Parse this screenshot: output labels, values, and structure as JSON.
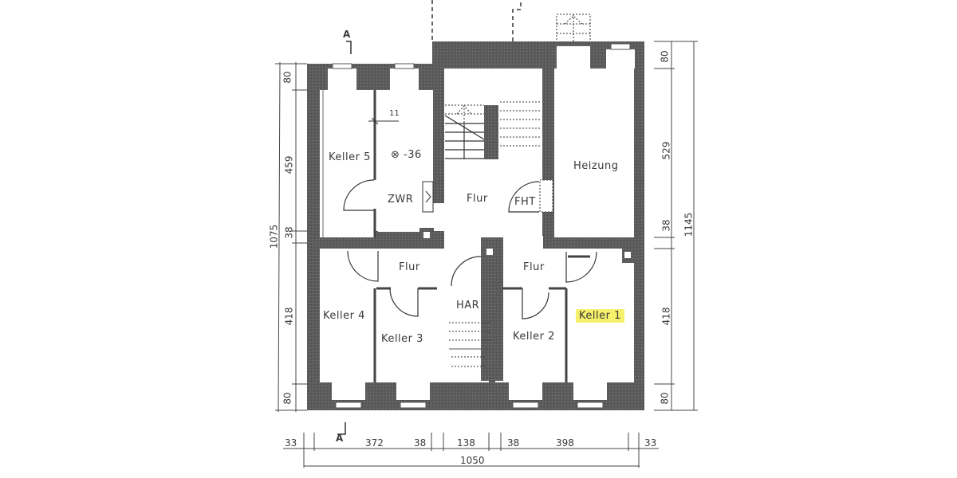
{
  "plan": {
    "type": "basement floor plan",
    "wall_color": "#5a5a5a",
    "highlight_color": "#f6f06a",
    "section_marker": "A",
    "rooms": [
      {
        "id": "keller5",
        "label": "Keller 5"
      },
      {
        "id": "zwr",
        "label": "ZWR"
      },
      {
        "id": "flur-upper",
        "label": "Flur"
      },
      {
        "id": "fht",
        "label": "FHT"
      },
      {
        "id": "heizung",
        "label": "Heizung"
      },
      {
        "id": "flur-left",
        "label": "Flur"
      },
      {
        "id": "flur-right",
        "label": "Flur"
      },
      {
        "id": "har",
        "label": "HAR"
      },
      {
        "id": "keller4",
        "label": "Keller 4"
      },
      {
        "id": "keller3",
        "label": "Keller 3"
      },
      {
        "id": "keller2",
        "label": "Keller 2"
      },
      {
        "id": "keller1",
        "label": "Keller 1",
        "highlighted": true
      }
    ],
    "annotations": {
      "wall_thickness": "11",
      "level_marker": "⊗ -36"
    },
    "dimensions": {
      "left": {
        "segments": [
          "80",
          "459",
          "38",
          "418",
          "80"
        ],
        "total": "1075"
      },
      "right": {
        "segments": [
          "80",
          "529",
          "38",
          "418",
          "80"
        ],
        "total": "1145"
      },
      "bottom": {
        "segments": [
          "33",
          "372",
          "38",
          "138",
          "38",
          "398",
          "33"
        ],
        "total": "1050"
      }
    }
  }
}
